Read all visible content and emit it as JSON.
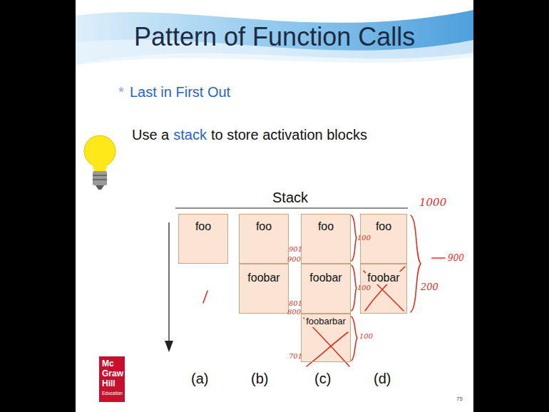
{
  "diagram": {
    "title": "Pattern of Function Calls",
    "nodes": [
      {
        "text": [
          "foo"
        ]
      },
      {
        "text": [
          "foo"
        ]
      },
      {
        "text": [
          "foobar"
        ]
      },
      {
        "text": [
          "foo"
        ]
      },
      {
        "text": [
          "foobar"
        ]
      },
      {
        "text": [
          "foobarbar"
        ]
      },
      {
        "text": [
          "foo"
        ]
      },
      {
        "text": [
          "foobar"
        ]
      }
    ],
    "labels": [
      "*",
      "Last in First Out",
      "Use a",
      "stack",
      "to store activation blocks",
      "Stack",
      "1000",
      "901",
      "900",
      "100",
      "900",
      "200",
      "801",
      "800",
      "100",
      "100",
      "701",
      "(a)",
      "(b)",
      "(c)",
      "(d)",
      "Mc",
      "Graw",
      "Hill",
      "Education",
      "75"
    ]
  }
}
